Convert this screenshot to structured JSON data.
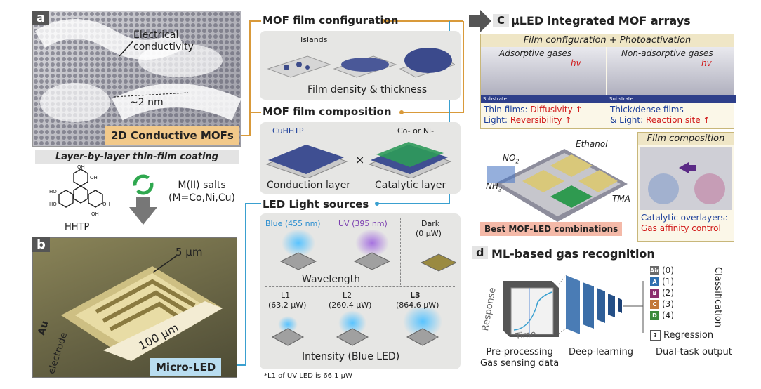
{
  "panel_a": {
    "letter": "a",
    "annotation": "Electrical conductivity",
    "annotation_line1": "Electrical",
    "annotation_line2": "conductivity",
    "dimension": "~2 nm",
    "tag": "2D Conductive MOFs",
    "coating_label": "Layer-by-layer thin-film coating",
    "molecule_name": "HHTP",
    "salts_line1": "M(II) salts",
    "salts_line2": "(M=Co,Ni,Cu)"
  },
  "panel_b": {
    "letter": "b",
    "dim_top": "5 μm",
    "dim_bottom": "100 μm",
    "electrode_line1": "Au",
    "electrode_line2": "electrode",
    "tag": "Micro-LED"
  },
  "film_config": {
    "title": "MOF film configuration",
    "islands": "Islands",
    "caption": "Film density & thickness"
  },
  "film_comp": {
    "title": "MOF film composition",
    "cuhhtp": "CuHHTP",
    "cat_label": "Co- or Ni-",
    "times": "×",
    "left_caption": "Conduction layer",
    "right_caption": "Catalytic layer"
  },
  "led": {
    "title": "LED Light sources",
    "blue": "Blue (455 nm)",
    "uv": "UV (395 nm)",
    "dark": "Dark",
    "dark_val": "(0 μW)",
    "wavelength": "Wavelength",
    "l1": "L1",
    "l1_val": "(63.2 μW)",
    "l2": "L2",
    "l2_val": "(260.4 μW)",
    "l3": "L3",
    "l3_val": "(864.6 μW)",
    "intensity": "Intensity (Blue LED)",
    "footnote": "*L1 of UV LED is 66.1 μW"
  },
  "panel_c": {
    "letter": "C",
    "title": "μLED integrated MOF arrays",
    "header": "Film configuration + Photoactivation",
    "adsorptive": "Adsorptive gases",
    "non_adsorptive": "Non-adsorptive gases",
    "hv": "hv",
    "substrate": "Substrate",
    "thin_line1_a": "Thin films: ",
    "thin_line1_b": "Diffusivity ↑",
    "thin_line2_a": "Light: ",
    "thin_line2_b": "Reversibility ↑",
    "thick_line1": "Thick/dense films",
    "thick_line2_a": "& Light: ",
    "thick_line2_b": "Reaction site ↑",
    "no2": "NO",
    "no2_sub": "2",
    "nh3": "NH",
    "nh3_sub": "3",
    "ethanol": "Ethanol",
    "tma": "TMA",
    "best_tag": "Best MOF-LED combinations",
    "comp_header": "Film composition",
    "comp_line1": "Catalytic overlayers:",
    "comp_line2": "Gas affinity control"
  },
  "panel_d": {
    "letter": "d",
    "title": "ML-based gas recognition",
    "response": "Response",
    "time": "Time",
    "classification": "Classification",
    "classes": [
      {
        "code": "Air",
        "label": "(0)",
        "color": "#6b6b6b"
      },
      {
        "code": "A",
        "label": "(1)",
        "color": "#2e6fb0"
      },
      {
        "code": "B",
        "label": "(2)",
        "color": "#8c2f6f"
      },
      {
        "code": "C",
        "label": "(3)",
        "color": "#c2783a"
      },
      {
        "code": "D",
        "label": "(4)",
        "color": "#3c8a3c"
      }
    ],
    "regression_code": "?",
    "regression": "Regression",
    "cap1_line1": "Pre-processing",
    "cap1_line2": "Gas sensing data",
    "cap2": "Deep-learning",
    "cap3": "Dual-task output"
  },
  "colors": {
    "orange_line": "#d99a3a",
    "blue_line": "#3aa0d0",
    "tag_orange": "#f2c98a",
    "tag_blue": "#b9ddf0",
    "red": "#d11a1a",
    "navy": "#1c3f9a"
  }
}
